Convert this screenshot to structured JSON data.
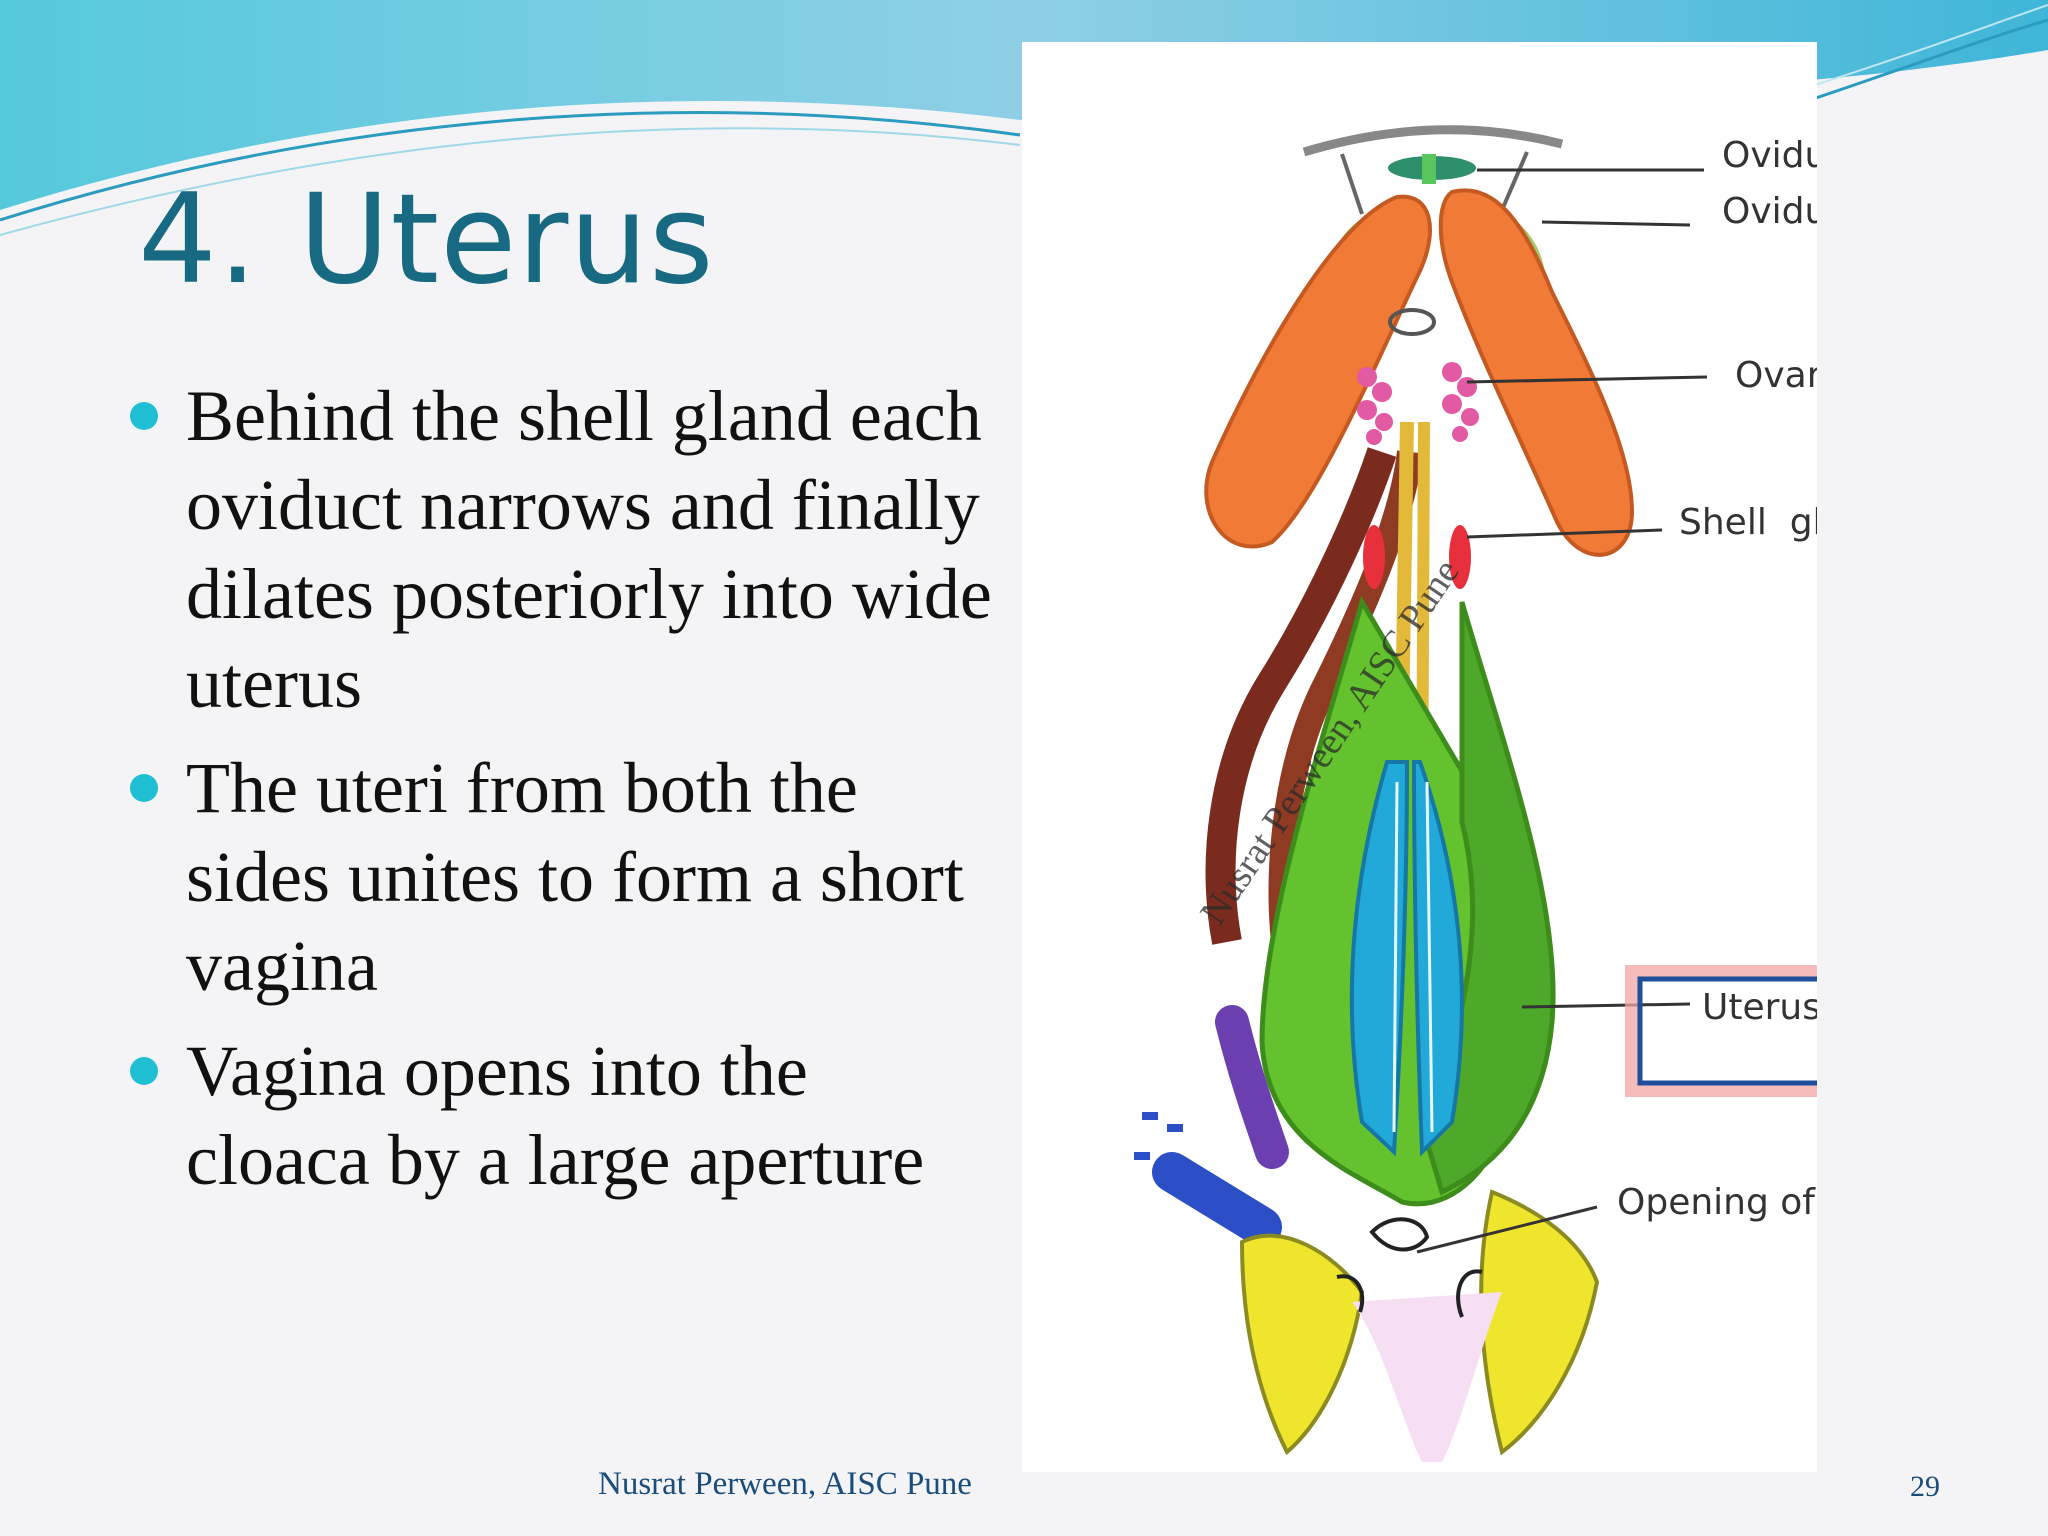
{
  "slide": {
    "title": "4. Uterus",
    "bullets": [
      "Behind the shell gland each oviduct narrows and finally dilates posteriorly into wide uterus",
      "The uteri from both the sides unites to form a short vagina",
      "Vagina opens into the cloaca by a large aperture"
    ],
    "footer_credit": "Nusrat Perween, AISC Pune",
    "slide_number": "29"
  },
  "figure": {
    "labels": {
      "oviducal_funnal": "Oviducal funnal",
      "oviduct": "Oviduct",
      "ovary": "Ovary",
      "shell_gland": "Shell  gland",
      "uterus": "Uterus",
      "opening_of_uterus": "Opening of uterus"
    },
    "highlighted_label": "Uterus",
    "watermark": "Nusrat Perween, AISC Pune"
  },
  "colors": {
    "title": "#176a82",
    "bullet_marker": "#1fc0d4",
    "footer_text": "#1a4c7c",
    "highlight_box": "#1f4f9a",
    "highlight_glow": "#f07a7a"
  }
}
